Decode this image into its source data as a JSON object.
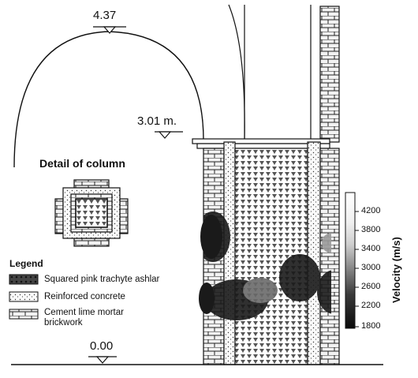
{
  "elevations": {
    "top": "4.37",
    "spring": "3.01 m.",
    "base": "0.00"
  },
  "detail_title": "Detail of column",
  "legend": {
    "title": "Legend",
    "items": [
      {
        "label": "Squared pink trachyte ashlar",
        "pattern": "ashlar"
      },
      {
        "label": "Reinforced concrete",
        "pattern": "concrete"
      },
      {
        "label": "Cement lime mortar brickwork",
        "pattern": "brick"
      }
    ]
  },
  "colorbar": {
    "title": "Velocity (m/s)",
    "ticks": [
      "4200",
      "3800",
      "3400",
      "3000",
      "2600",
      "2200",
      "1800"
    ]
  }
}
